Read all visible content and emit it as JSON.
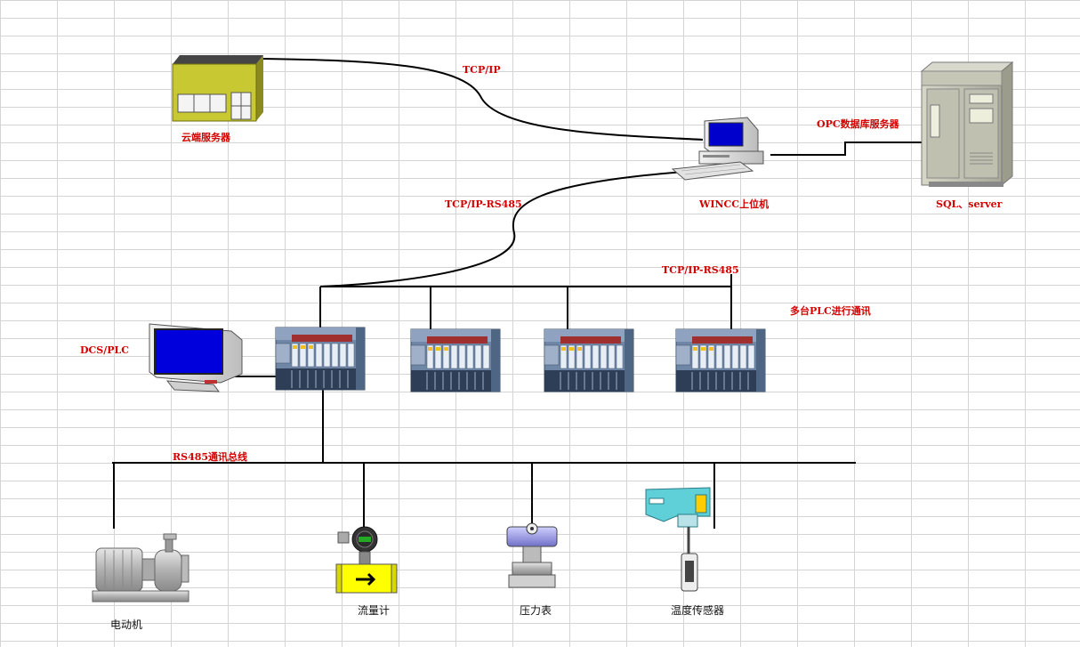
{
  "nodes": {
    "cloud_server": "云端服务器",
    "wincc_host": "WINCC上位机",
    "sql_server": "SQL、server",
    "dcs_plc": "DCS/PLC",
    "multi_plc": "多台PLC进行通讯",
    "motor": "电动机",
    "flowmeter": "流量计",
    "pressure_gauge": "压力表",
    "temp_sensor": "温度传感器"
  },
  "links": {
    "tcp_ip": "TCP/IP",
    "opc_server": "OPC数据库服务器",
    "tcp_ip_rs485_upper": "TCP/IP-RS485",
    "tcp_ip_rs485_plc": "TCP/IP-RS485",
    "rs485_bus": "RS485通讯总线"
  },
  "colors": {
    "connector": "#000000",
    "label_red": "#d40000",
    "plc_body": "#6f86a6",
    "monitor_screen": "#0000cc",
    "cloud_box": "#c8c832",
    "flowmeter_body": "#ffff00",
    "sensor_head": "#5fd0d8"
  }
}
